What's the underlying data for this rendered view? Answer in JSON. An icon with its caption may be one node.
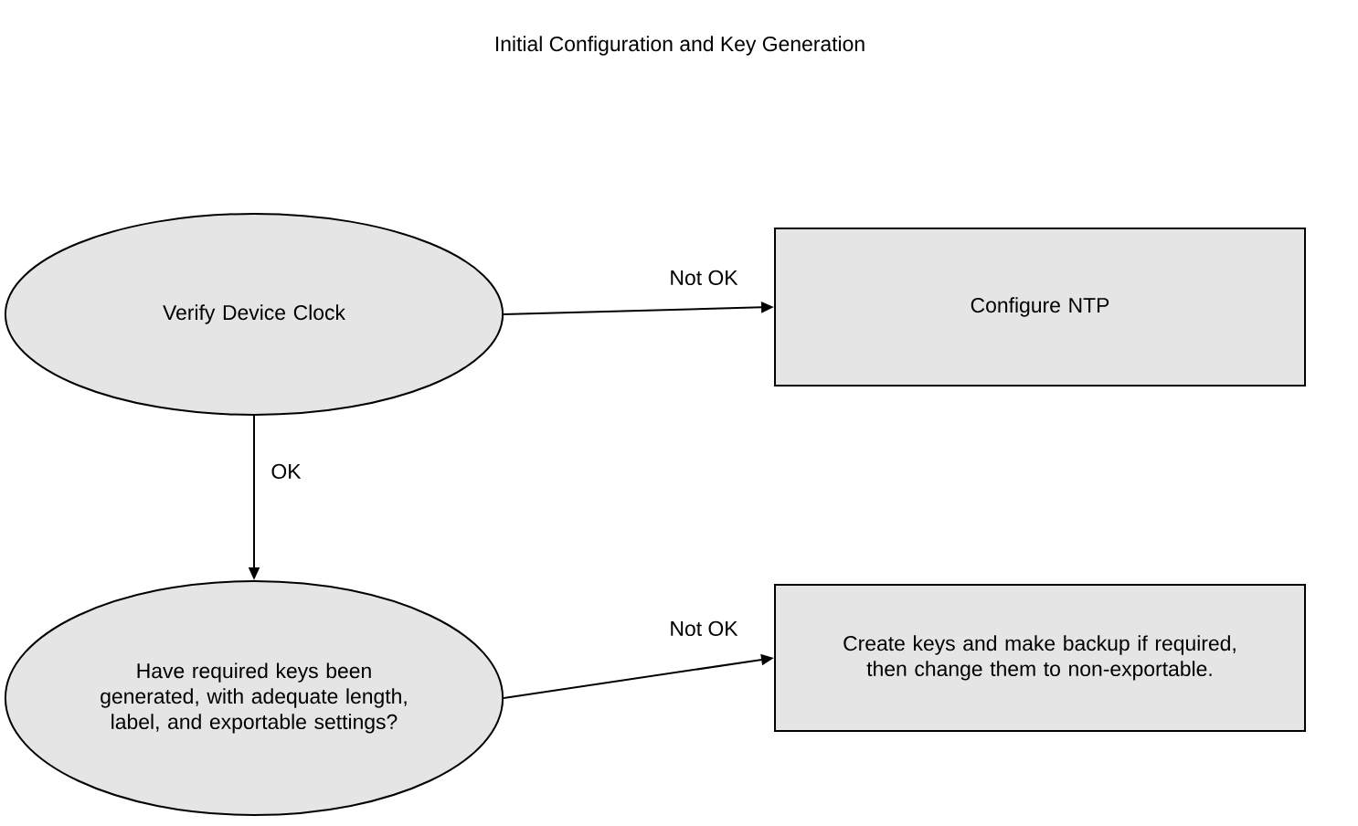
{
  "diagram": {
    "title": "Initial Configuration and Key Generation",
    "nodes": [
      {
        "text": [
          "Verify Device Clock"
        ]
      },
      {
        "text": [
          "Configure NTP"
        ]
      },
      {
        "text": [
          "Have required keys been generated, with adequate length, label, and exportable settings?"
        ]
      },
      {
        "text": [
          "Create keys and make backup if required, then change them to non-exportable."
        ]
      }
    ],
    "edges": [
      {
        "from": 0,
        "to": 1,
        "arrow": "to",
        "label": "Not OK"
      },
      {
        "from": 0,
        "to": 2,
        "arrow": "to",
        "label": "OK"
      },
      {
        "from": 2,
        "to": 3,
        "arrow": "to",
        "label": "Not OK"
      }
    ]
  }
}
